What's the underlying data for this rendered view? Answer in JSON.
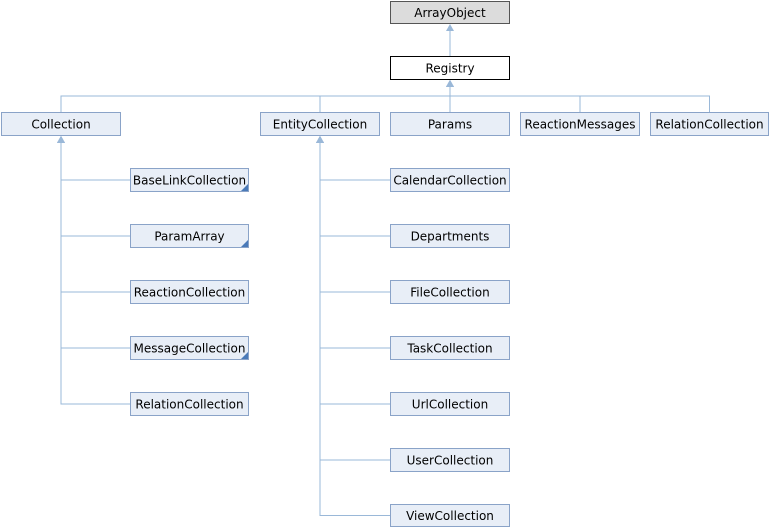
{
  "colors": {
    "edge": "#9ab8d8",
    "node_fill": "#e8eef7",
    "node_border": "#8aa3c8",
    "root_fill": "#dcdcdc",
    "root_border": "#555555",
    "focus_fill": "#ffffff",
    "focus_border": "#000000",
    "corner_marker": "#4a7ab8"
  },
  "nodes": {
    "arrayobject": {
      "label": "ArrayObject",
      "style": "root"
    },
    "registry": {
      "label": "Registry",
      "style": "focus"
    },
    "collection": {
      "label": "Collection",
      "style": "normal"
    },
    "entitycollection": {
      "label": "EntityCollection",
      "style": "normal"
    },
    "params": {
      "label": "Params",
      "style": "normal"
    },
    "reactionmessages": {
      "label": "ReactionMessages",
      "style": "normal"
    },
    "relationcollection_top": {
      "label": "RelationCollection",
      "style": "normal"
    },
    "baselinkcollection": {
      "label": "BaseLinkCollection",
      "style": "normal",
      "has_children_marker": true
    },
    "paramarray": {
      "label": "ParamArray",
      "style": "normal",
      "has_children_marker": true
    },
    "reactioncollection": {
      "label": "ReactionCollection",
      "style": "normal"
    },
    "messagecollection": {
      "label": "MessageCollection",
      "style": "normal",
      "has_children_marker": true
    },
    "relationcollection_sub": {
      "label": "RelationCollection",
      "style": "normal"
    },
    "calendarcollection": {
      "label": "CalendarCollection",
      "style": "normal"
    },
    "departments": {
      "label": "Departments",
      "style": "normal"
    },
    "filecollection": {
      "label": "FileCollection",
      "style": "normal"
    },
    "taskcollection": {
      "label": "TaskCollection",
      "style": "normal"
    },
    "urlcollection": {
      "label": "UrlCollection",
      "style": "normal"
    },
    "usercollection": {
      "label": "UserCollection",
      "style": "normal"
    },
    "viewcollection": {
      "label": "ViewCollection",
      "style": "normal"
    }
  },
  "edges": [
    {
      "from": "registry",
      "to": "arrayobject"
    },
    {
      "from": "collection",
      "to": "registry"
    },
    {
      "from": "entitycollection",
      "to": "registry"
    },
    {
      "from": "params",
      "to": "registry"
    },
    {
      "from": "reactionmessages",
      "to": "registry"
    },
    {
      "from": "relationcollection_top",
      "to": "registry"
    },
    {
      "from": "baselinkcollection",
      "to": "collection"
    },
    {
      "from": "paramarray",
      "to": "collection"
    },
    {
      "from": "reactioncollection",
      "to": "collection"
    },
    {
      "from": "messagecollection",
      "to": "collection"
    },
    {
      "from": "relationcollection_sub",
      "to": "collection"
    },
    {
      "from": "calendarcollection",
      "to": "entitycollection"
    },
    {
      "from": "departments",
      "to": "entitycollection"
    },
    {
      "from": "filecollection",
      "to": "entitycollection"
    },
    {
      "from": "taskcollection",
      "to": "entitycollection"
    },
    {
      "from": "urlcollection",
      "to": "entitycollection"
    },
    {
      "from": "usercollection",
      "to": "entitycollection"
    },
    {
      "from": "viewcollection",
      "to": "entitycollection"
    }
  ]
}
